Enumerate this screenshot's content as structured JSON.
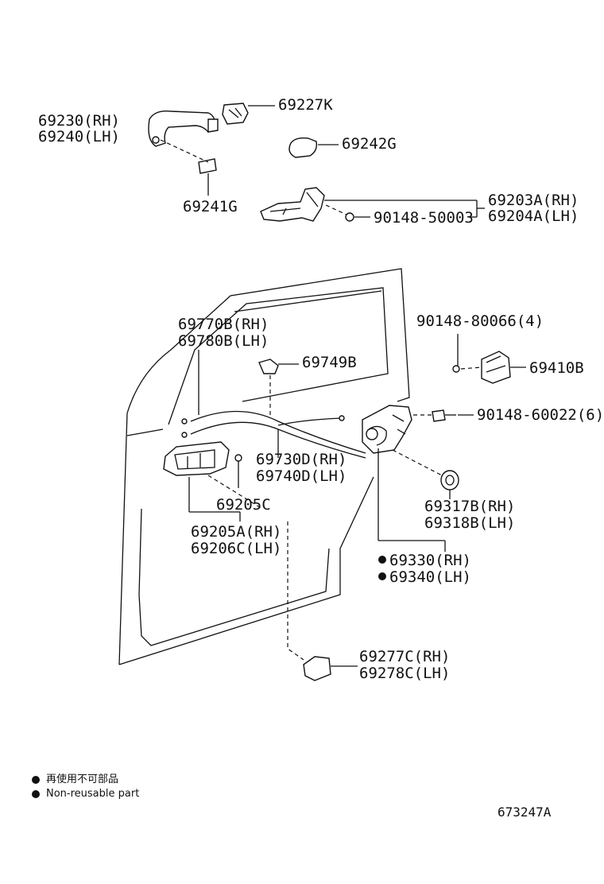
{
  "labels": {
    "l69230": "69230(RH)",
    "l69240": "69240(LH)",
    "l69227k": "69227K",
    "l69242g": "69242G",
    "l69241g": "69241G",
    "l69203a": "69203A(RH)",
    "l69204a": "69204A(LH)",
    "l90148_50003": "90148-50003",
    "l69770b": "69770B(RH)",
    "l69780b": "69780B(LH)",
    "l69749b": "69749B",
    "l90148_80066": "90148-80066(4)",
    "l69410b": "69410B",
    "l90148_60022": "90148-60022(6)",
    "l69730d": "69730D(RH)",
    "l69740d": "69740D(LH)",
    "l69205c": "69205C",
    "l69205a": "69205A(RH)",
    "l69206c": "69206C(LH)",
    "l69317b": "69317B(RH)",
    "l69318b": "69318B(LH)",
    "l69330": "69330(RH)",
    "l69340": "69340(LH)",
    "l69277c": "69277C(RH)",
    "l69278c": "69278C(LH)"
  },
  "legend": {
    "line1": "再使用不可部品",
    "line2": "Non-reusable part"
  },
  "illustration_number": "673247A"
}
